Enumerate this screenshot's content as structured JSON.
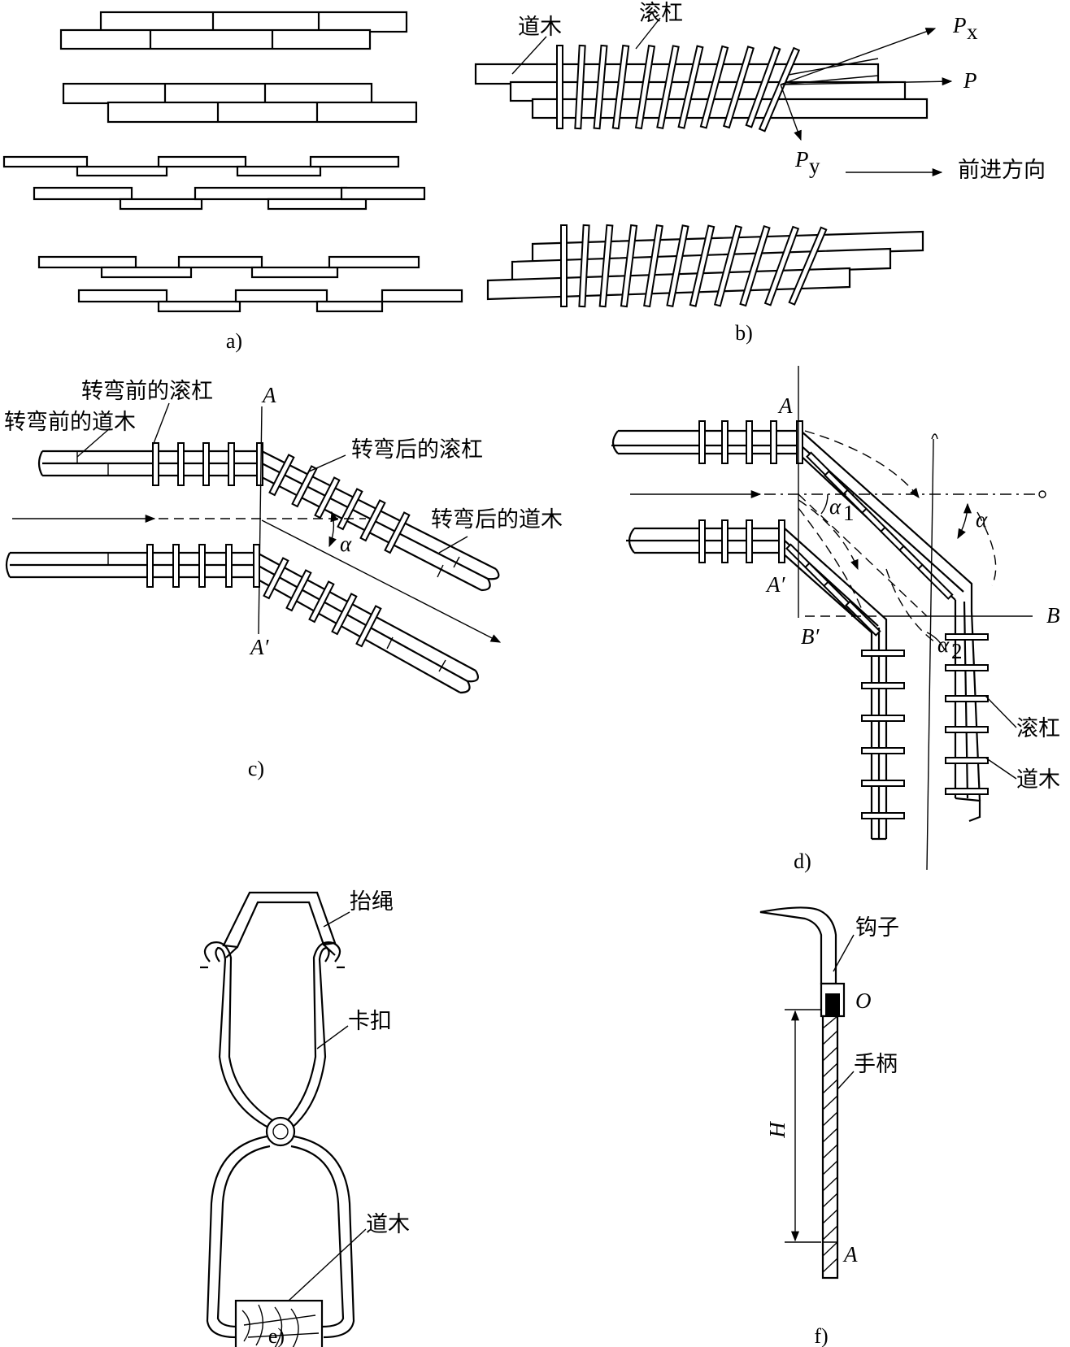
{
  "panels": {
    "a": {
      "caption": "a)"
    },
    "b": {
      "caption": "b)",
      "labels": {
        "sleeper": "道木",
        "roller": "滚杠",
        "force_x": "P",
        "force_x_sub": "x",
        "force": "P",
        "force_y": "P",
        "force_y_sub": "y",
        "direction": "前进方向"
      }
    },
    "c": {
      "caption": "c)",
      "labels": {
        "roller_before": "转弯前的滚杠",
        "sleeper_before": "转弯前的道木",
        "roller_after": "转弯后的滚杠",
        "sleeper_after": "转弯后的道木",
        "point_a": "A",
        "point_a_prime": "A′",
        "angle": "α"
      }
    },
    "d": {
      "caption": "d)",
      "labels": {
        "point_a": "A",
        "point_a_prime": "A′",
        "point_b": "B",
        "point_b_prime": "B′",
        "alpha1": "α",
        "alpha1_sub": "1",
        "alpha2": "α",
        "alpha2_sub": "2",
        "alpha": "α",
        "roller": "滚杠",
        "sleeper": "道木"
      }
    },
    "e": {
      "caption": "e)",
      "labels": {
        "rope": "抬绳",
        "clamp": "卡扣",
        "sleeper": "道木"
      }
    },
    "f": {
      "caption": "f)",
      "labels": {
        "hook": "钩子",
        "pivot": "O",
        "handle": "手柄",
        "height": "H",
        "point_a": "A"
      }
    }
  },
  "colors": {
    "ink": "#000000",
    "paper": "#ffffff"
  }
}
